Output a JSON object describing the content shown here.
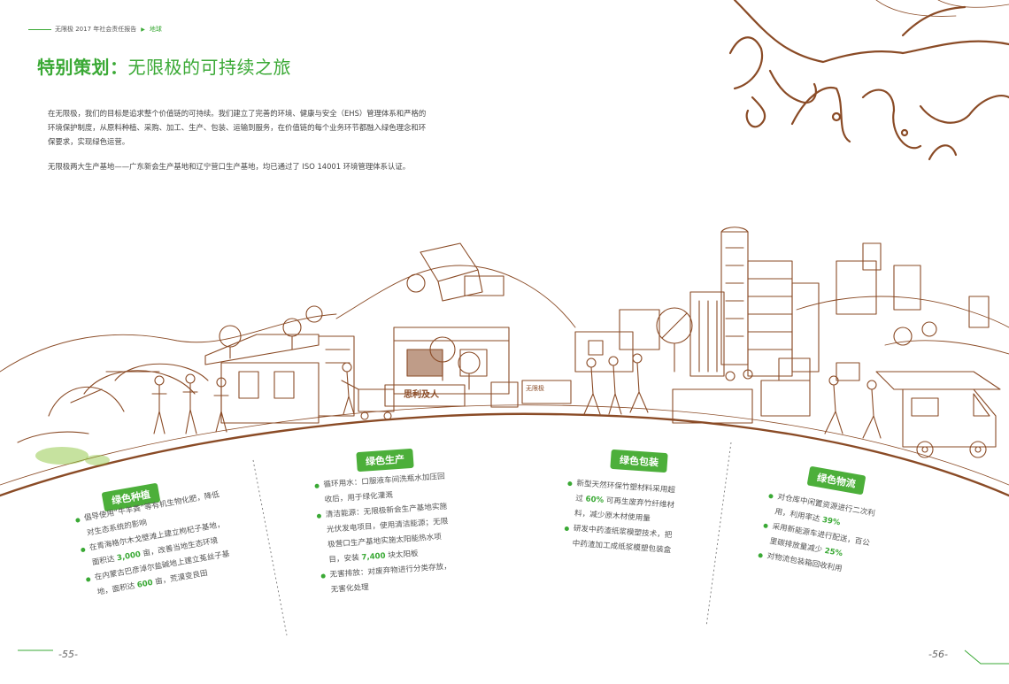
{
  "header": {
    "report": "无限极 2017 年社会责任报告",
    "section": "地球"
  },
  "title": {
    "bold": "特别策划：",
    "rest": "无限极的可持续之旅"
  },
  "intro": {
    "p1": "在无限极，我们的目标是追求整个价值链的可持续。我们建立了完善的环境、健康与安全（EHS）管理体系和严格的环境保护制度，从原料种植、采购、加工、生产、包装、运输到服务，在价值链的每个业务环节都融入绿色理念和环保要求，实现绿色运营。",
    "p2": "无限极两大生产基地——广东新会生产基地和辽宁营口生产基地，均已通过了 ISO 14001 环境管理体系认证。"
  },
  "scene_text": {
    "factory_sign": "思利及人",
    "shop_sign": "无限极"
  },
  "panels": {
    "planting": {
      "badge": "绿色种植",
      "items": [
        {
          "pre": "倡导使用“牛羊粪”等有机生物化肥，降低对生态系统的影响",
          "num": "",
          "post": ""
        },
        {
          "pre": "在青海格尔木戈壁滩上建立枸杞子基地，面积达 ",
          "num": "3,000",
          "post": " 亩，改善当地生态环境"
        },
        {
          "pre": "在内蒙古巴彦淖尔盐碱地上建立菟丝子基地，面积达 ",
          "num": "600",
          "post": " 亩，荒漠变良田"
        }
      ]
    },
    "production": {
      "badge": "绿色生产",
      "items": [
        {
          "pre": "循环用水：口服液车间洗瓶水加压回收后，用于绿化灌溉",
          "num": "",
          "post": ""
        },
        {
          "pre": "清洁能源：无限极新会生产基地实施光伏发电项目，使用清洁能源；无限极营口生产基地实施太阳能热水项目，安装 ",
          "num": "7,400",
          "post": " 块太阳板"
        },
        {
          "pre": "无害排放：对废弃物进行分类存放，无害化处理",
          "num": "",
          "post": ""
        }
      ]
    },
    "packaging": {
      "badge": "绿色包装",
      "items": [
        {
          "pre": "新型天然环保竹塑材料采用超过 ",
          "num": "60%",
          "post": " 可再生废弃竹纤维材料，减少原木材使用量"
        },
        {
          "pre": "研发中药渣纸浆模塑技术，把中药渣加工成纸浆模塑包装盒",
          "num": "",
          "post": ""
        }
      ]
    },
    "logistics": {
      "badge": "绿色物流",
      "items": [
        {
          "pre": "对仓库中闲置资源进行二次利用，利用率达 ",
          "num": "39%",
          "post": ""
        },
        {
          "pre": "采用新能源车进行配送，百公里碳排放量减少 ",
          "num": "25%",
          "post": ""
        },
        {
          "pre": "对物流包装箱回收利用",
          "num": "",
          "post": ""
        }
      ]
    }
  },
  "page_numbers": {
    "left": "-55-",
    "right": "-56-"
  },
  "colors": {
    "accent_green": "#3aa935",
    "badge_green": "#4caf3a",
    "illustration_brown": "#8a4b26"
  }
}
